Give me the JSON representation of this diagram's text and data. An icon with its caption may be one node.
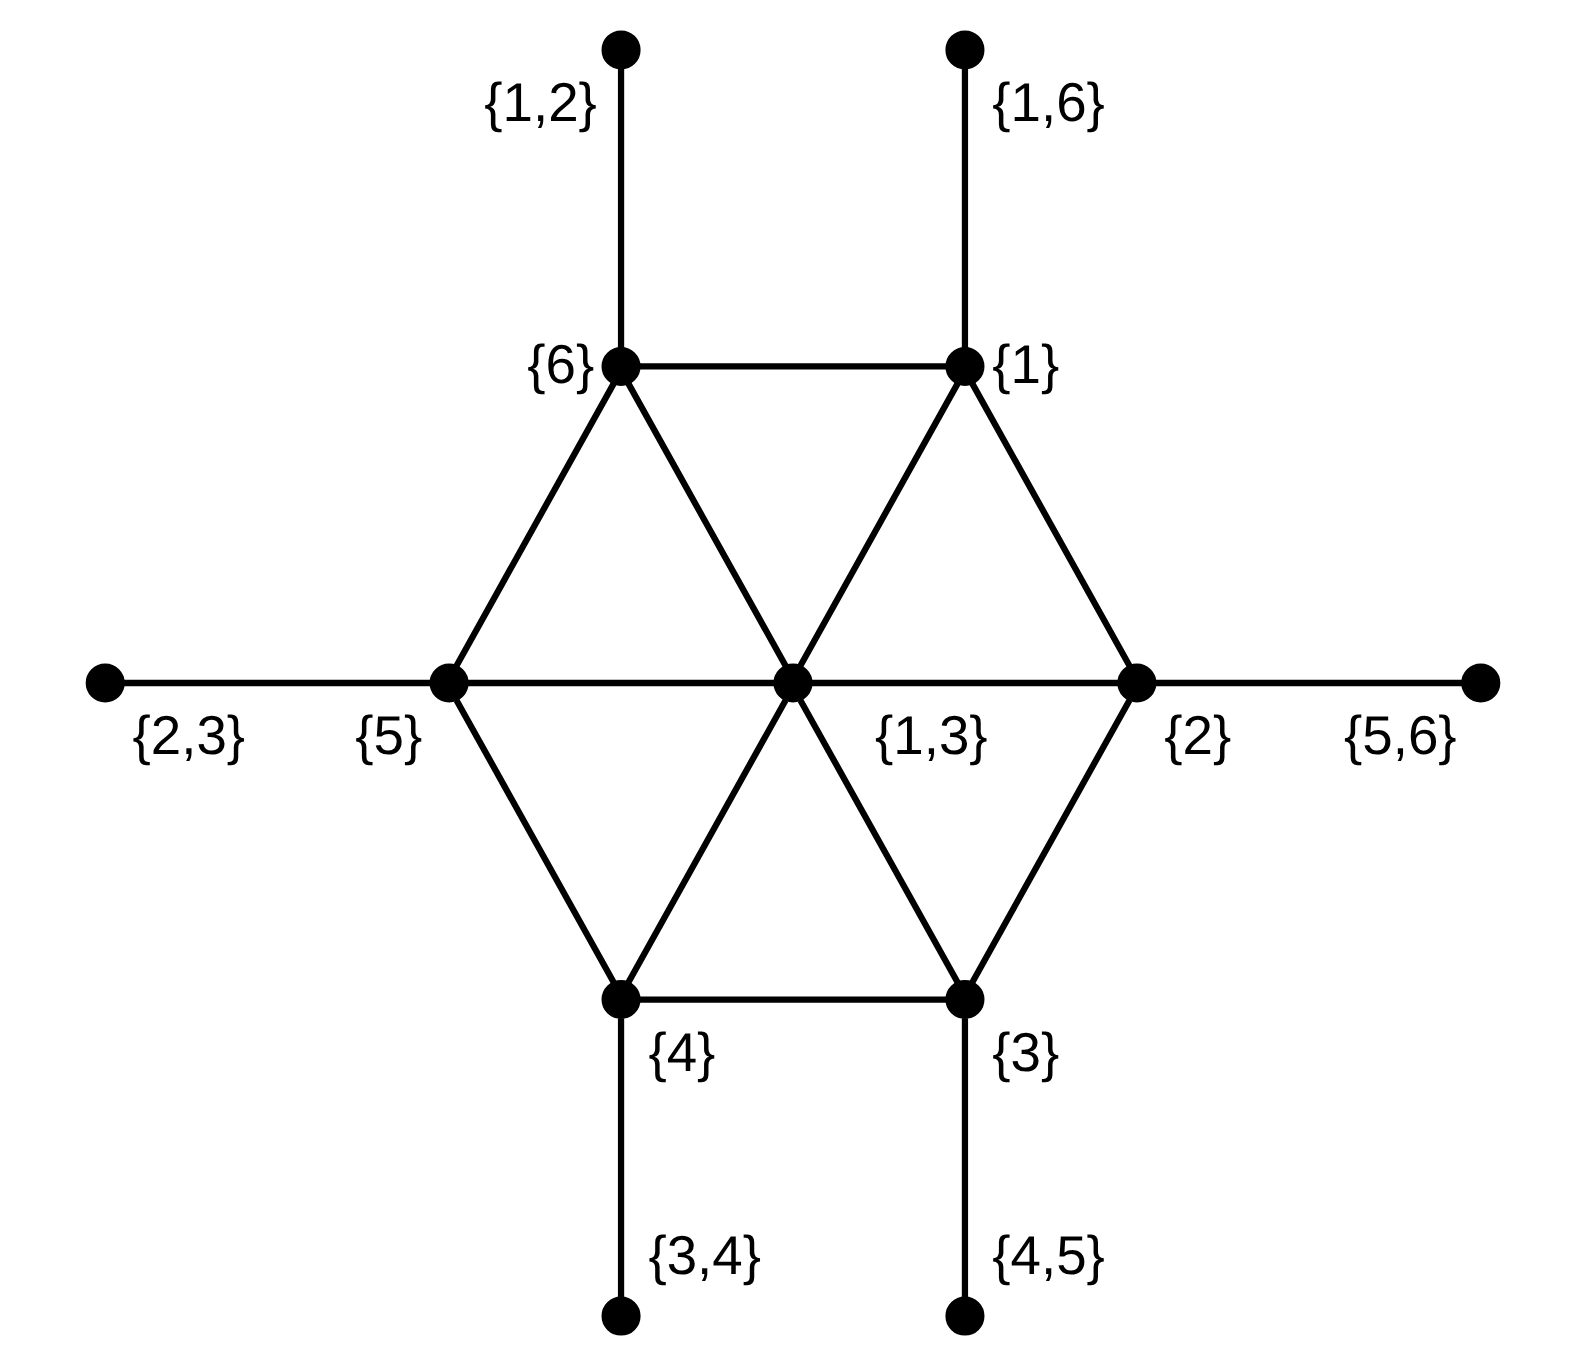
{
  "diagram": {
    "nodes": [
      {
        "text": [],
        "shape": "circle",
        "beside": [
          "{1,2}"
        ]
      },
      {
        "text": [],
        "shape": "circle",
        "beside": [
          "{1,6}"
        ]
      },
      {
        "text": [],
        "shape": "circle",
        "beside": [
          "{6}"
        ]
      },
      {
        "text": [],
        "shape": "circle",
        "beside": [
          "{1}"
        ]
      },
      {
        "text": [],
        "shape": "circle",
        "beside": [
          "{2,3}"
        ]
      },
      {
        "text": [],
        "shape": "circle",
        "beside": [
          "{5}"
        ]
      },
      {
        "text": [],
        "shape": "circle",
        "beside": [
          "{1,3}"
        ]
      },
      {
        "text": [],
        "shape": "circle",
        "beside": [
          "{2}"
        ]
      },
      {
        "text": [],
        "shape": "circle",
        "beside": [
          "{5,6}"
        ]
      },
      {
        "text": [],
        "shape": "circle",
        "beside": [
          "{4}"
        ]
      },
      {
        "text": [],
        "shape": "circle",
        "beside": [
          "{3}"
        ]
      },
      {
        "text": [],
        "shape": "circle",
        "beside": [
          "{3,4}"
        ]
      },
      {
        "text": [],
        "shape": "circle",
        "beside": [
          "{4,5}"
        ]
      }
    ],
    "edges": [
      {
        "from": 0,
        "to": 2,
        "arrow": "none"
      },
      {
        "from": 1,
        "to": 3,
        "arrow": "none"
      },
      {
        "from": 2,
        "to": 3,
        "arrow": "none"
      },
      {
        "from": 2,
        "to": 6,
        "arrow": "none"
      },
      {
        "from": 2,
        "to": 5,
        "arrow": "none"
      },
      {
        "from": 3,
        "to": 6,
        "arrow": "none"
      },
      {
        "from": 3,
        "to": 7,
        "arrow": "none"
      },
      {
        "from": 4,
        "to": 5,
        "arrow": "none"
      },
      {
        "from": 5,
        "to": 6,
        "arrow": "none"
      },
      {
        "from": 6,
        "to": 7,
        "arrow": "none"
      },
      {
        "from": 7,
        "to": 8,
        "arrow": "none"
      },
      {
        "from": 5,
        "to": 9,
        "arrow": "none"
      },
      {
        "from": 6,
        "to": 9,
        "arrow": "none"
      },
      {
        "from": 6,
        "to": 10,
        "arrow": "none"
      },
      {
        "from": 7,
        "to": 10,
        "arrow": "none"
      },
      {
        "from": 9,
        "to": 10,
        "arrow": "none"
      },
      {
        "from": 9,
        "to": 11,
        "arrow": "none"
      },
      {
        "from": 10,
        "to": 12,
        "arrow": "none"
      }
    ]
  }
}
